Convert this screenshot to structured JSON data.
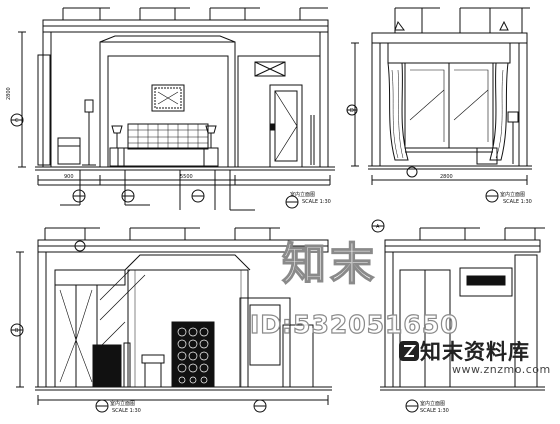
{
  "drawing": {
    "top_left_title": "室内立面图",
    "top_left_scale": "SCALE 1:30",
    "top_right_title": "室内立面图",
    "top_right_scale": "SCALE 1:30",
    "bottom_left_title": "室内立面图",
    "bottom_left_scale": "SCALE 1:30",
    "bottom_right_title": "室内立面图",
    "bottom_right_scale": "SCALE 1:30",
    "dim_total": "5500",
    "dim_mid": "2800",
    "dim_small": "900",
    "label_a": "C",
    "label_b": "D",
    "label_c": "B",
    "label_d": "A",
    "side_height": "2800"
  },
  "watermark": {
    "big_text": "知末",
    "id_text": "ID:532051650",
    "brand_text": "知末资料库",
    "url_text": "www.znzmo.com",
    "color": "#8a8a8a"
  }
}
